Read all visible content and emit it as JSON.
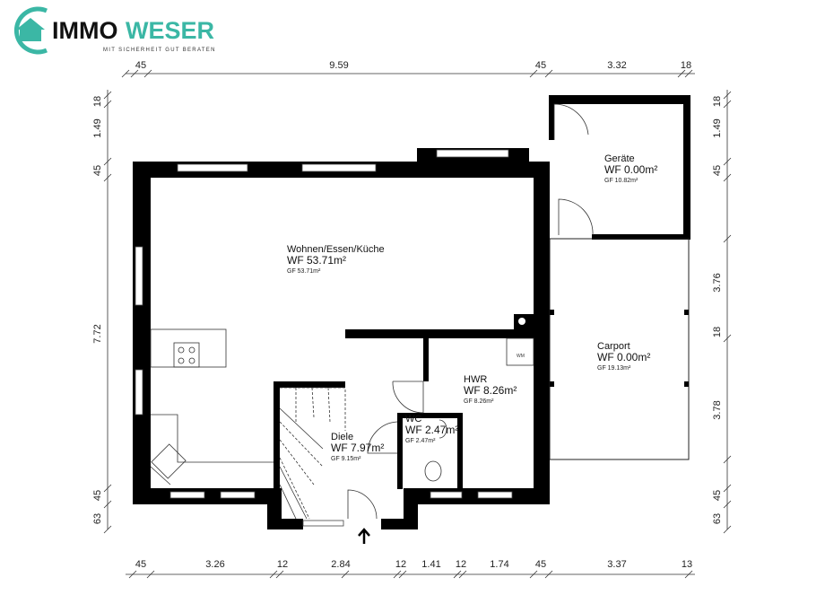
{
  "logo": {
    "brand_dark": "IMMO",
    "brand_light": "WESER",
    "tagline": "MIT SICHERHEIT GUT BERATEN",
    "color": "#3bb7a5"
  },
  "rooms": [
    {
      "name": "Wohnen/Essen/Küche",
      "wf": "WF 53.71m²",
      "gf": "GF 53.71m²"
    },
    {
      "name": "Geräte",
      "wf": "WF 0.00m²",
      "gf": "GF 10.82m²"
    },
    {
      "name": "Carport",
      "wf": "WF 0.00m²",
      "gf": "GF 19.13m²"
    },
    {
      "name": "HWR",
      "wf": "WF 8.26m²",
      "gf": "GF 8.26m²"
    },
    {
      "name": "Diele",
      "wf": "WF 7.97m²",
      "gf": "GF 9.15m²"
    },
    {
      "name": "WC",
      "wf": "WF 2.47m²",
      "gf": "GF 2.47m²"
    }
  ],
  "wm_label": "WM",
  "dimensions": {
    "top": [
      "45",
      "9.59",
      "45",
      "3.32",
      "18"
    ],
    "bottom": [
      "45",
      "3.26",
      "12",
      "2.84",
      "12",
      "1.41",
      "12",
      "1.74",
      "45",
      "3.37",
      "13"
    ],
    "left": [
      "18",
      "1.49",
      "45",
      "7.72",
      "45",
      "63"
    ],
    "right": [
      "18",
      "1.49",
      "45",
      "3.76",
      "18",
      "3.78",
      "45",
      "63"
    ]
  }
}
